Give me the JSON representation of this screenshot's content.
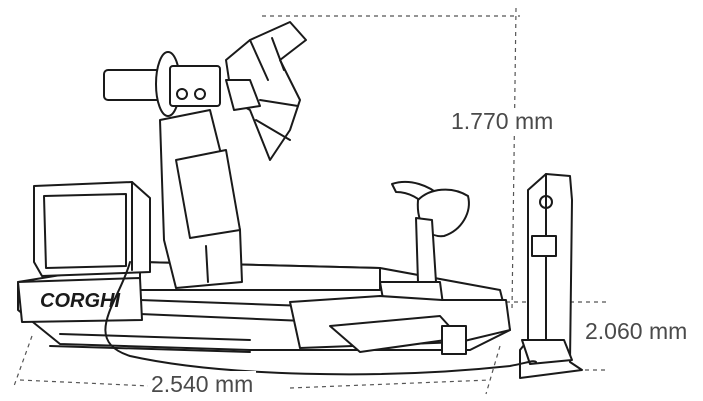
{
  "dimensions": {
    "height": "1.770 mm",
    "console_height": "2.060 mm",
    "length": "2.540 mm"
  },
  "logo": {
    "text": "CORGHI"
  }
}
